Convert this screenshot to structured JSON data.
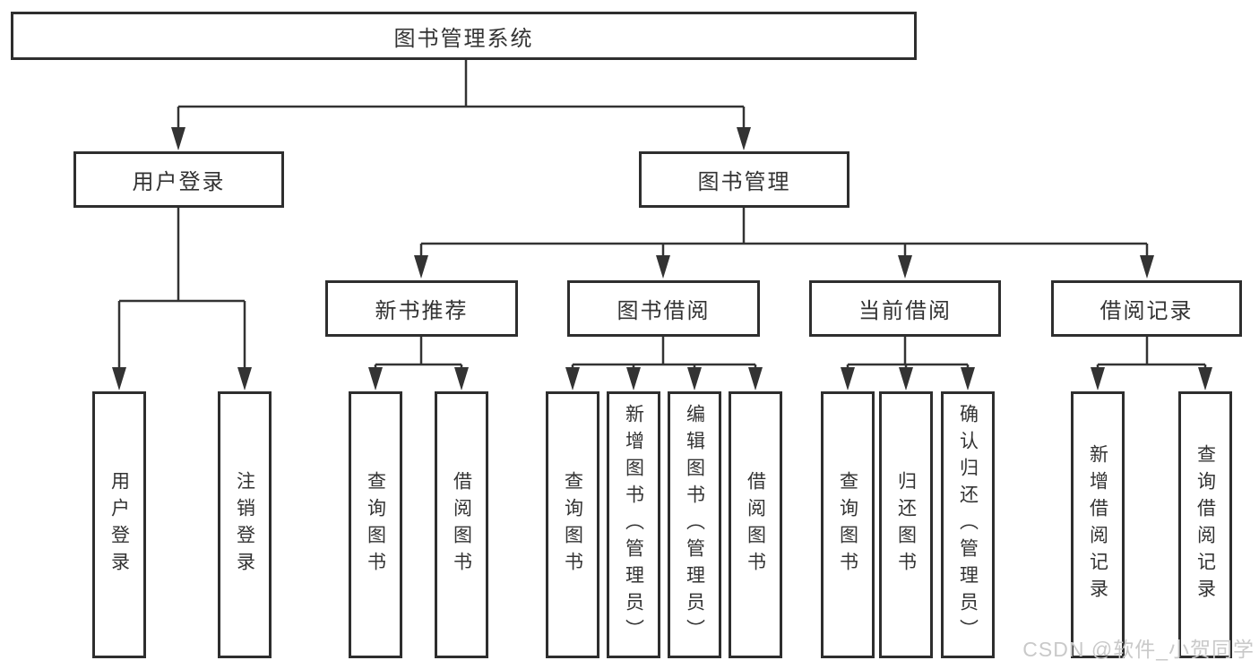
{
  "diagram": {
    "type": "hierarchy",
    "tree": {
      "root": {
        "label": "图书管理系统",
        "children": [
          {
            "label": "用户登录",
            "children": [
              {
                "label": "用户登录"
              },
              {
                "label": "注销登录"
              }
            ]
          },
          {
            "label": "图书管理",
            "children": [
              {
                "label": "新书推荐",
                "children": [
                  {
                    "label": "查询图书"
                  },
                  {
                    "label": "借阅图书"
                  }
                ]
              },
              {
                "label": "图书借阅",
                "children": [
                  {
                    "label": "查询图书"
                  },
                  {
                    "label": "新增图书（管理员）"
                  },
                  {
                    "label": "编辑图书（管理员）"
                  },
                  {
                    "label": "借阅图书"
                  }
                ]
              },
              {
                "label": "当前借阅",
                "children": [
                  {
                    "label": "查询图书"
                  },
                  {
                    "label": "归还图书"
                  },
                  {
                    "label": "确认归还（管理员）"
                  }
                ]
              },
              {
                "label": "借阅记录",
                "children": [
                  {
                    "label": "新增借阅记录"
                  },
                  {
                    "label": "查询借阅记录"
                  }
                ]
              }
            ]
          }
        ]
      }
    },
    "watermark": {
      "text": "CSDN @软件_小贺同学"
    },
    "colors": {
      "line": "#333333",
      "box_border": "#2e2e2e",
      "text": "#333333",
      "background": "#ffffff",
      "watermark": "#c9c9c9"
    }
  }
}
